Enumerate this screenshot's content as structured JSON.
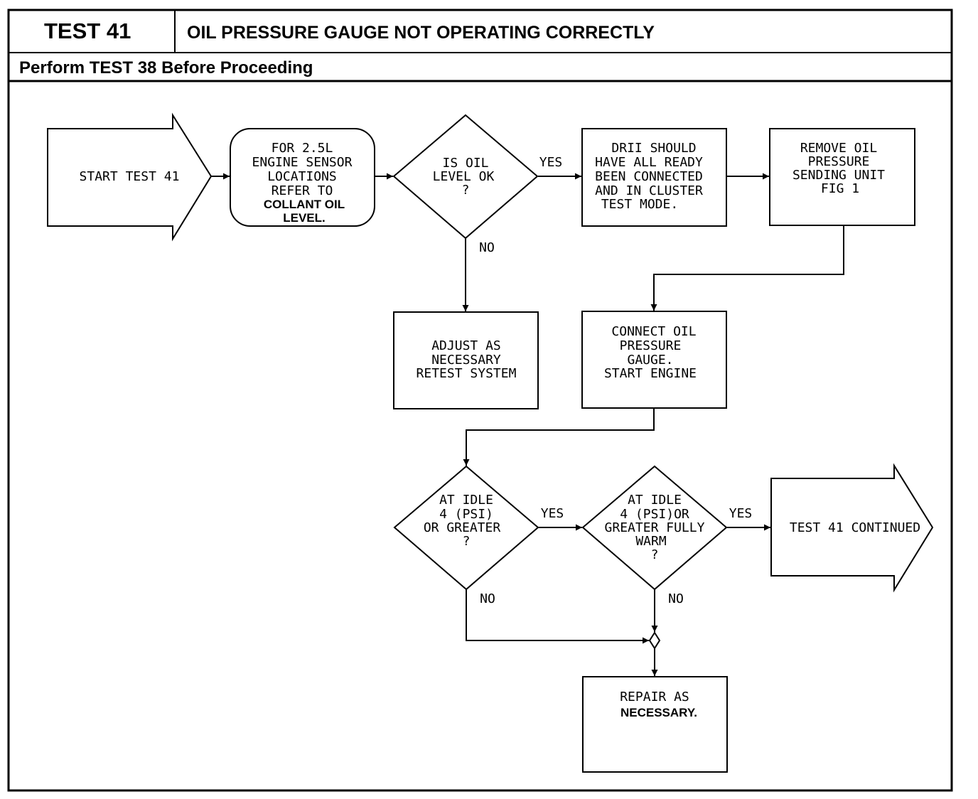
{
  "header": {
    "test_label": "TEST 41",
    "title": "OIL PRESSURE GAUGE NOT OPERATING CORRECTLY",
    "subtitle": "Perform TEST 38 Before Proceeding"
  },
  "flow": {
    "start": "START TEST 41",
    "sensor": {
      "l1": "FOR 2.5L",
      "l2": "ENGINE SENSOR",
      "l3": "LOCATIONS",
      "l4": "REFER TO",
      "l5": "COLLANT OIL",
      "l6": "LEVEL."
    },
    "oil_level": {
      "l1": "IS OIL",
      "l2": "LEVEL OK",
      "l3": "?"
    },
    "yes1": "YES",
    "no1": "NO",
    "drii": {
      "l1": "DRII SHOULD",
      "l2": "HAVE ALL READY",
      "l3": "BEEN CONNECTED",
      "l4": "AND IN CLUSTER",
      "l5": "TEST MODE."
    },
    "remove": {
      "l1": "REMOVE OIL",
      "l2": "PRESSURE",
      "l3": "SENDING UNIT",
      "l4": "FIG 1"
    },
    "adjust": {
      "l1": "ADJUST AS",
      "l2": "NECESSARY",
      "l3": "RETEST SYSTEM"
    },
    "connect": {
      "l1": "CONNECT OIL",
      "l2": "PRESSURE",
      "l3": "GAUGE.",
      "l4": "START ENGINE"
    },
    "idle1": {
      "l1": "AT IDLE",
      "l2": "4 (PSI)",
      "l3": "OR GREATER",
      "l4": "?"
    },
    "yes2": "YES",
    "idle2": {
      "l1": "AT IDLE",
      "l2": "4 (PSI)OR",
      "l3": "GREATER FULLY",
      "l4": "WARM",
      "l5": "?"
    },
    "yes3": "YES",
    "continued": "TEST 41 CONTINUED",
    "no2": "NO",
    "no3": "NO",
    "repair": {
      "l1": "REPAIR AS",
      "l2": "NECESSARY."
    }
  }
}
